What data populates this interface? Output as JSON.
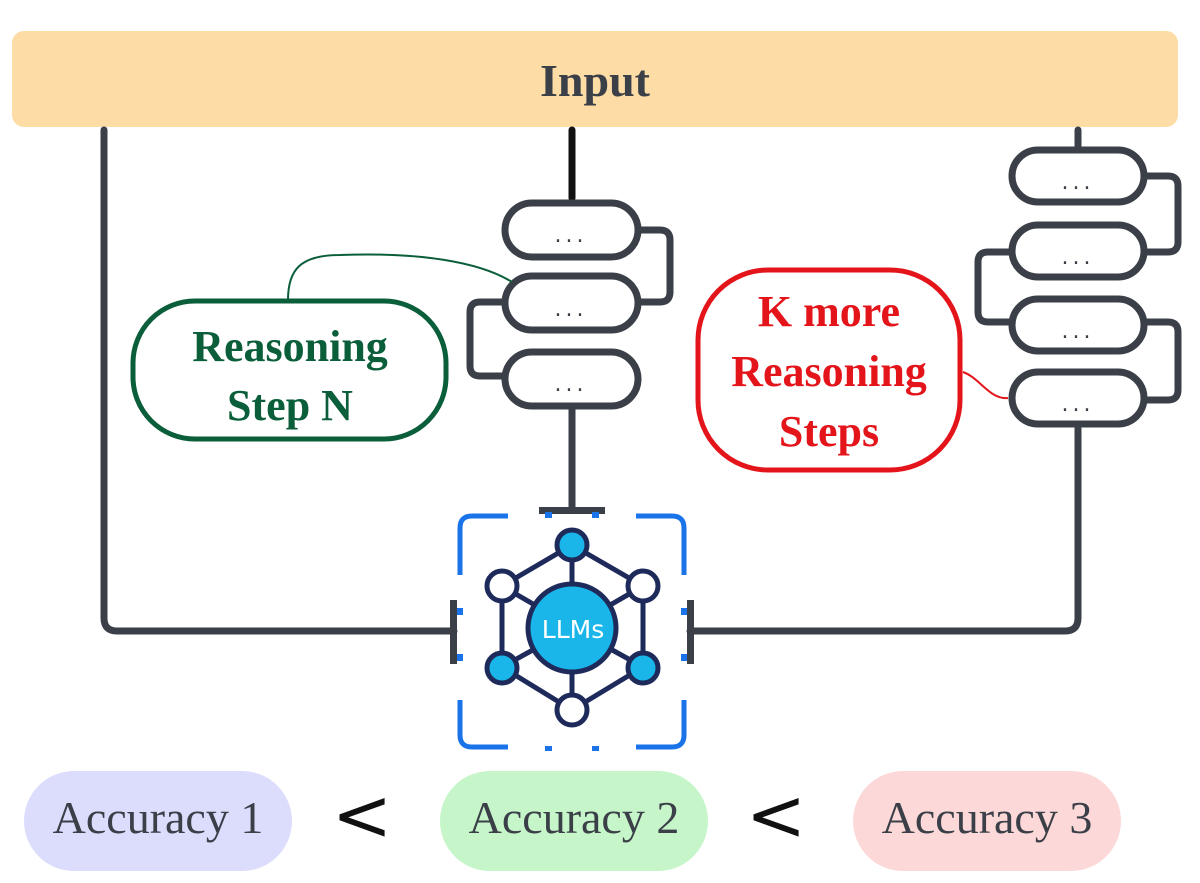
{
  "input_bar": {
    "label": "Input",
    "color": "#fddca5",
    "text_color": "#3a3f48"
  },
  "chains": {
    "middle": {
      "steps": [
        "...",
        "...",
        "..."
      ]
    },
    "right": {
      "steps": [
        "...",
        "...",
        "...",
        "..."
      ]
    }
  },
  "callouts": {
    "step_n": {
      "lines": [
        "Reasoning",
        "Step N"
      ],
      "color": "#0b5e3a"
    },
    "k_more": {
      "lines": [
        "K more",
        "Reasoning",
        "Steps"
      ],
      "color": "#e4141b"
    }
  },
  "model": {
    "label": "LLMs",
    "node_fill": "#1ab6ea",
    "node_stroke": "#1e2a5a",
    "frame_color": "#1a73e8"
  },
  "accuracy": [
    {
      "label": "Accuracy 1",
      "color": "#dcdcfc"
    },
    {
      "label": "Accuracy 2",
      "color": "#c5f5c8"
    },
    {
      "label": "Accuracy 3",
      "color": "#fcd9d8"
    }
  ],
  "comparators": [
    "<",
    "<"
  ],
  "line_color": "#3a3f48"
}
